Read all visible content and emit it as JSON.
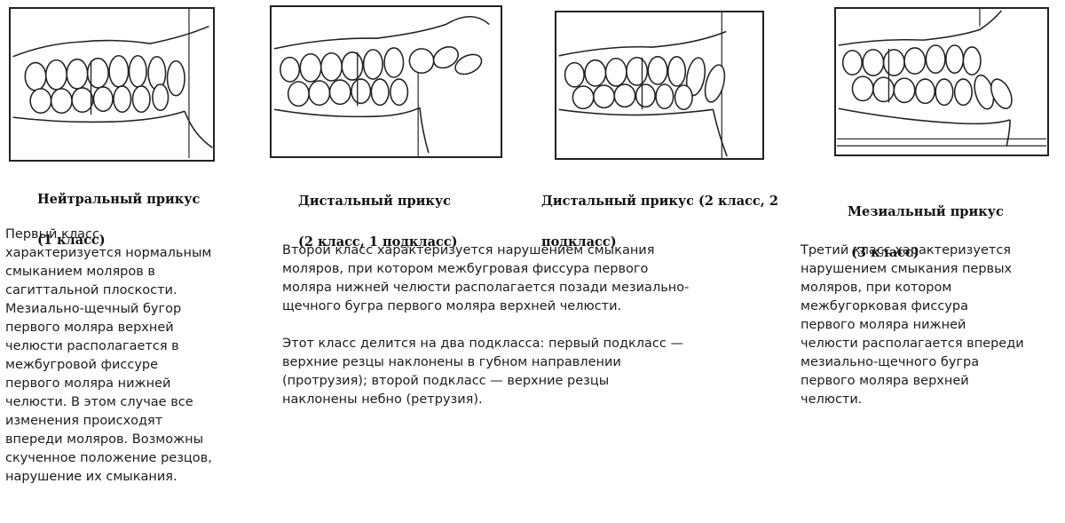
{
  "figures": [
    {
      "caption_line1": "Нейтральный прикус",
      "caption_line2": "(1 класс)",
      "profile_icon": "dental-occlusion-class-1-drawing"
    },
    {
      "caption_line1": "Дистальный прикус",
      "caption_line2": "(2 класс, 1 подкласс)",
      "profile_icon": "dental-occlusion-class-2-1-drawing"
    },
    {
      "caption_line1": "Дистальный прикус (2 класс, 2",
      "caption_line2": "подкласс)",
      "profile_icon": "dental-occlusion-class-2-2-drawing"
    },
    {
      "caption_line1": "Мезиальный прикус",
      "caption_line2": "(3 класс)",
      "profile_icon": "dental-occlusion-class-3-drawing"
    }
  ],
  "descriptions": {
    "class1": {
      "lines": [
        "Первый класс",
        "характеризуется нормальным",
        "смыканием моляров в",
        "сагиттальной плоскости.",
        "Мезиально-щечный бугор",
        "первого моляра верхней",
        "челюсти располагается в",
        "межбугровой фиссуре",
        "первого моляра нижней",
        "челюсти. В этом случае все",
        "изменения происходят",
        "впереди моляров. Возможны",
        "скученное положение резцов,",
        "нарушение их смыкания."
      ]
    },
    "class2": {
      "para1": [
        "Второй класс характеризуется нарушением смыкания",
        "моляров, при котором межбугровая фиссура первого",
        "моляра нижней челюсти располагается позади мезиально-",
        "щечного бугра первого моляра верхней челюсти."
      ],
      "para2": [
        "Этот класс делится на два подкласса: первый подкласс —",
        "верхние резцы наклонены в губном направлении",
        "(протрузия); второй подкласс — верхние резцы",
        "наклонены небно (ретрузия)."
      ]
    },
    "class3": {
      "lines": [
        "Третий класс характеризуется",
        "нарушением смыкания первых",
        "моляров, при котором",
        "межбугорковая фиссура",
        "первого моляра нижней",
        "челюсти располагается впереди",
        "мезиально-щечного бугра",
        "первого моляра верхней",
        "челюсти."
      ]
    }
  }
}
